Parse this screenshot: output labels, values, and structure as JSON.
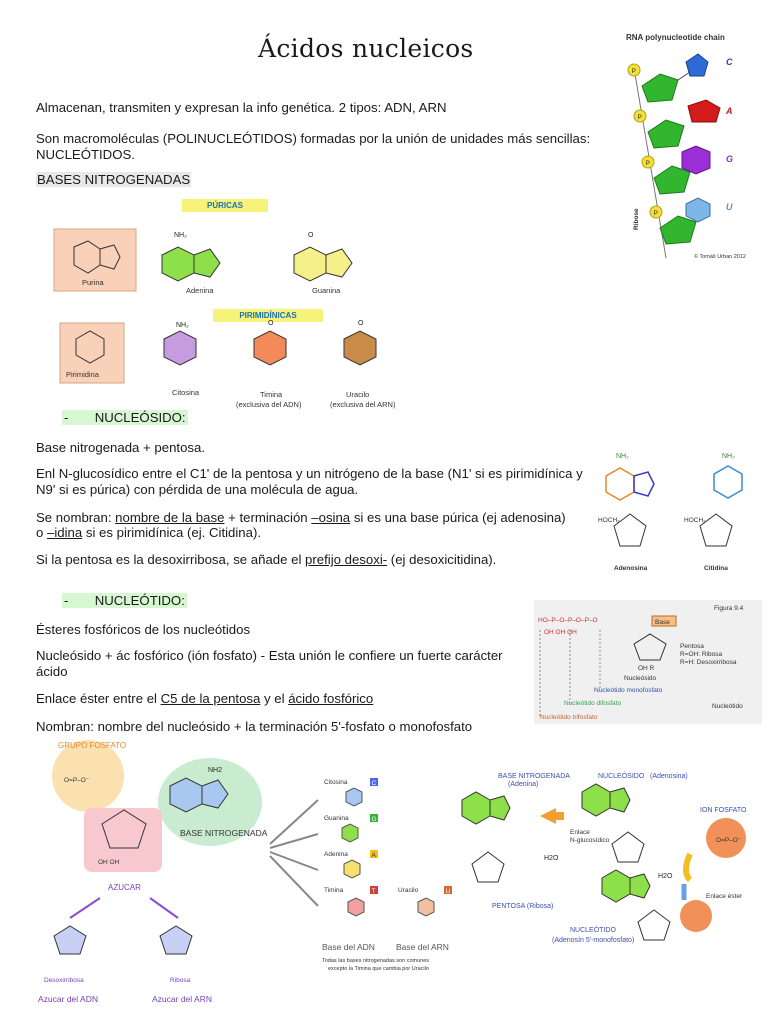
{
  "title": "Ácidos nucleicos",
  "intro": {
    "line1": "Almacenan, transmiten y expresan la info genética. 2 tipos: ADN, ARN",
    "line2a": "Son macromoléculas (POLINUCLEÓTIDOS) formadas por la unión de unidades más sencillas:",
    "line2b": "NUCLEÓTIDOS."
  },
  "bases": {
    "heading": "BASES NITROGENADAS",
    "puricas_tag": "PÚRICAS",
    "pirimidinicas_tag": "PIRIMIDÍNICAS",
    "purina": "Purina",
    "adenina": "Adenina",
    "guanina": "Guanina",
    "pirimidina": "Pirimidina",
    "citosina": "Citosina",
    "timina": "Timina",
    "timina_note": "(exclusiva del ADN)",
    "uracilo": "Uracilo",
    "uracilo_note": "(exclusiva del ARN)"
  },
  "rna_chain": {
    "title": "RNA polynucleotide chain",
    "bases": [
      "C",
      "A",
      "G",
      "U"
    ],
    "ribose": "Ribose",
    "phosphate": "P",
    "copyright": "© Tomáš Urban 2012"
  },
  "nucleosido": {
    "bullet": "-",
    "heading": "NUCLEÓSIDO:",
    "p1": "Base nitrogenada + pentosa.",
    "p2a": "Enl N-glucosídico entre el C1' de la pentosa y un nitrógeno de la base (N1' si es pirimidínica y",
    "p2b": "N9' si es púrica) con pérdida de una molécula de agua.",
    "p3_pre": "Se nombran: ",
    "p3_u1": "nombre de la base",
    "p3_mid": " + terminación ",
    "p3_u2": "–osina",
    "p3_post": " si es una base púrica (ej adenosina)",
    "p3b_pre": "o ",
    "p3b_u": "–idina",
    "p3b_post": " si es pirimidínica (ej. Citidina).",
    "p4_pre": "Si la pentosa es la desoxirribosa, se añade el ",
    "p4_u": "prefijo desoxi-",
    "p4_post": " (ej desoxicitidina).",
    "adenosina": "Adenosina",
    "citidina": "Citidina"
  },
  "nucleotido": {
    "bullet": "-",
    "heading": "NUCLEÓTIDO:",
    "p1": "Ésteres fosfóricos de los nucleótidos",
    "p2a": "Nucleósido + ác fosfórico (ión fosfato) - Esta unión le confiere un fuerte carácter",
    "p2b": "ácido",
    "p3_pre": "Enlace éster entre el ",
    "p3_u1": "C5 de la pentosa",
    "p3_mid": " y el ",
    "p3_u2": "ácido fosfórico",
    "p4": "Nombran: nombre del nucleósido + la terminación 5'-fosfato o monofosfato",
    "fig_label": "Figura 9.4",
    "base": "Base",
    "pentosa": "Pentosa",
    "roh": "R=OH: Ribosa",
    "rh": "R=H: Desoxirribosa",
    "nucleosido_lbl": "Nucleósido",
    "mono": "Nucleótido monofosfato",
    "di": "Nucleótido difosfato",
    "tri": "Nucleótido trifosfato",
    "nucleotido_lbl": "Nucleótido"
  },
  "diagram1": {
    "grupo_fosfato": "GRUPO FOSFATO",
    "base_nitrogenada": "BASE NITROGENADA",
    "azucar": "AZUCAR",
    "desoxirribosa": "Desoxirribosa",
    "ribosa": "Ribosa",
    "azucar_adn": "Azucar del ADN",
    "azucar_arn": "Azucar del ARN",
    "nh2": "NH2"
  },
  "diagram2": {
    "citosina": "Citosina",
    "c": "C",
    "guanina": "Guanina",
    "g": "G",
    "adenina": "Adenina",
    "a": "A",
    "timina": "Timina",
    "t": "T",
    "uracilo": "Uracilo",
    "u": "U",
    "base_adn": "Base del ADN",
    "base_arn": "Base del ARN",
    "note1": "Todas las bases nitrogenadas son comunes",
    "note2": "excepto la Timina que cambia por Uracilo"
  },
  "diagram3": {
    "base_nitrogenada": "BASE NITROGENADA",
    "adenina": "(Adenina)",
    "nucleosido": "NUCLEÓSIDO",
    "adenosina": "(Adenosina)",
    "ion_fosfato": "ION FOSFATO",
    "enlace_n": "Enlace",
    "n_gluco": "N-glucosídico",
    "h2o": "H2O",
    "pentosa": "PENTOSA (Ribosa)",
    "enlace_ester": "Enlace éster",
    "nucleotido": "NUCLEÓTIDO",
    "adenosin_mp": "(Adenosín 5'-monofosfato)"
  },
  "colors": {
    "green_base": "#8ee04a",
    "yellow_base": "#f5f08a",
    "purple_base": "#c79be0",
    "orange_base": "#f28a5a",
    "brown_base": "#c98b4a",
    "tag_yellow": "#f7f27a",
    "phosphate": "#f2df3a"
  }
}
